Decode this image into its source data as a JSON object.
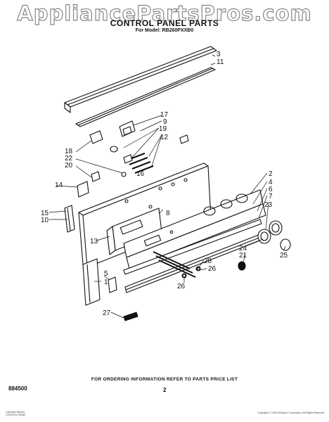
{
  "watermark": "AppliancePartsPros.com",
  "header": {
    "title": "CONTROL PANEL PARTS",
    "model_line": "For Model: RB260PXXB0"
  },
  "footer": {
    "ordering_note": "FOR ORDERING INFORMATION REFER TO PARTS PRICE LIST",
    "doc_number": "884500",
    "page_number": "2",
    "corner_left": [
      "Literature Reprint",
      "CONTROL PANEL"
    ],
    "corner_right": "Copyright © 1990 Whirlpool Corporation. All Rights Reserved."
  },
  "callouts": [
    "3",
    "11",
    "17",
    "9",
    "19",
    "12",
    "18",
    "22",
    "20",
    "16",
    "14",
    "15",
    "10",
    "8",
    "13",
    "2",
    "4",
    "6",
    "7",
    "23",
    "24",
    "21",
    "25",
    "28",
    "26",
    "26",
    "5",
    "1",
    "27"
  ],
  "colors": {
    "line": "#111111",
    "watermark_stroke": "#7a7a7a"
  }
}
